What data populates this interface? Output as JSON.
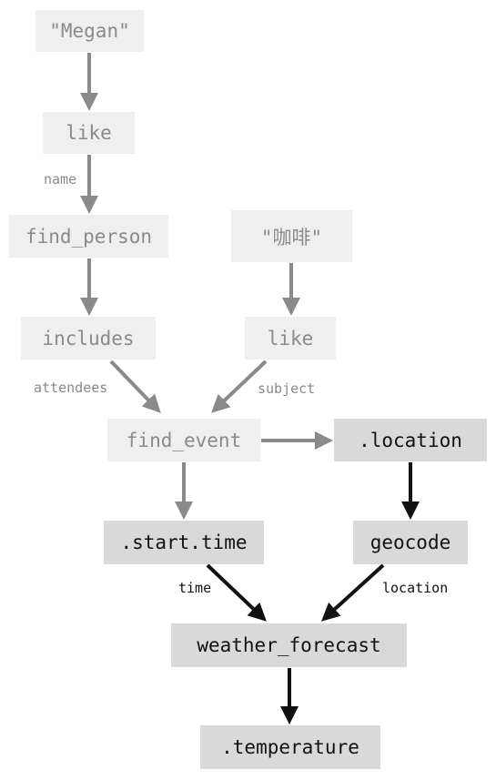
{
  "nodes": {
    "megan": "\"Megan\"",
    "like_1": "like",
    "find_person": "find_person",
    "coffee": "\"咖啡\"",
    "includes": "includes",
    "like_2": "like",
    "find_event": "find_event",
    "location": ".location",
    "start_time": ".start.time",
    "geocode": "geocode",
    "weather_forecast": "weather_forecast",
    "temperature": ".temperature"
  },
  "edge_labels": {
    "name": "name",
    "attendees": "attendees",
    "subject": "subject",
    "time": "time",
    "location": "location"
  },
  "colors": {
    "dim_box": "#efefef",
    "dim_text": "#8a8a8a",
    "dim_arrow": "#8a8a8a",
    "strong_box": "#d9d9d9",
    "strong_text": "#111111",
    "strong_arrow": "#111111"
  }
}
